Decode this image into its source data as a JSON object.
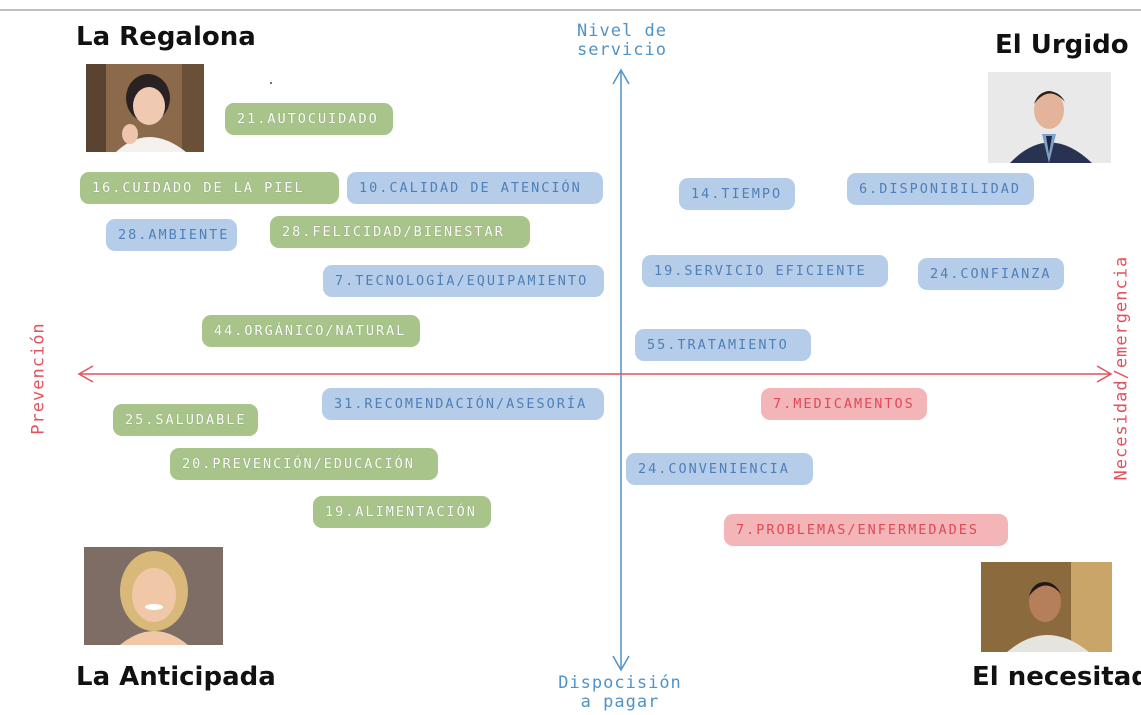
{
  "quadrants": {
    "top_left": "La Regalona",
    "top_right": "El Urgido",
    "bottom_left": "La Anticipada",
    "bottom_right": "El necesitado"
  },
  "axes": {
    "top": "Nivel de\nservicio",
    "bottom": "Dispocisión\na pagar",
    "left": "Prevención",
    "right": "Necesidad/emergencia"
  },
  "tags": {
    "autocuidado": "21.AUTOCUIDADO",
    "cuidado_piel": "16.CUIDADO DE LA PIEL",
    "calidad_atencion": "10.CALIDAD DE ATENCIÓN",
    "tiempo": "14.TIEMPO",
    "disponibilidad": "6.DISPONIBILIDAD",
    "ambiente": "28.AMBIENTE",
    "felicidad": "28.FELICIDAD/BIENESTAR",
    "tecnologia": "7.TECNOLOGÍA/EQUIPAMIENTO",
    "servicio_eficiente": "19.SERVICIO EFICIENTE",
    "confianza": "24.CONFIANZA",
    "organico": "44.ORGÁNICO/NATURAL",
    "tratamiento": "55.TRATAMIENTO",
    "recomendacion": "31.RECOMENDACIÓN/ASESORÍA",
    "medicamentos": "7.MEDICAMENTOS",
    "saludable": "25.SALUDABLE",
    "prevencion_educacion": "20.PREVENCIÓN/EDUCACIÓN",
    "conveniencia": "24.CONVENIENCIA",
    "alimentacion": "19.ALIMENTACIÓN",
    "problemas": "7.PROBLEMAS/ENFERMEDADES"
  },
  "colors": {
    "green_tag": "#a8c48a",
    "blue_tag": "#b6cdea",
    "red_tag": "#f3b5b7",
    "vertical_axis": "#4f93c9",
    "horizontal_axis": "#e0525e"
  }
}
